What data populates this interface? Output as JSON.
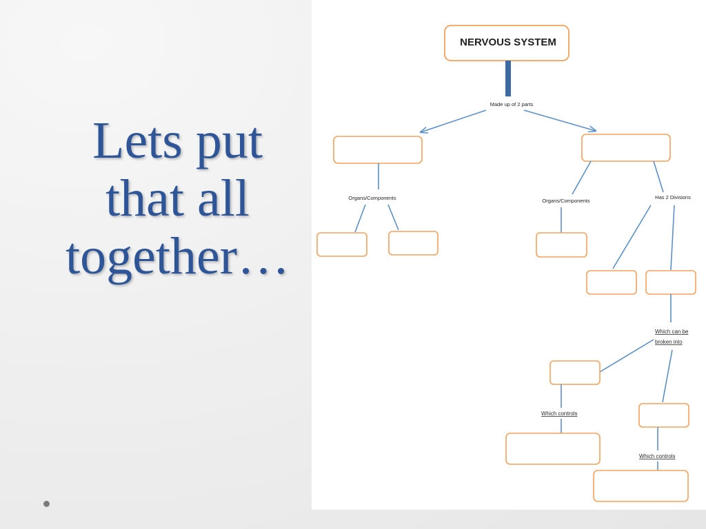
{
  "slide": {
    "title_lines": [
      "Lets put",
      "that all",
      "together…"
    ]
  },
  "diagram": {
    "root_label": "NERVOUS SYSTEM",
    "edge_labels": {
      "made_up": "Made up of 2 parts",
      "organs_left": "Organs/Components",
      "organs_right": "Organs/Components",
      "has_divisions": "Has 2 Divisions",
      "which_can_be": "Which can be",
      "broken_into": "broken into",
      "which_controls_1": "Which controls",
      "which_controls_2": "Which controls"
    },
    "colors": {
      "box_border": "#f4a15b",
      "connector": "#5b8fc7",
      "root_stem": "#3e6aa3",
      "title_text": "#2e5597"
    }
  }
}
